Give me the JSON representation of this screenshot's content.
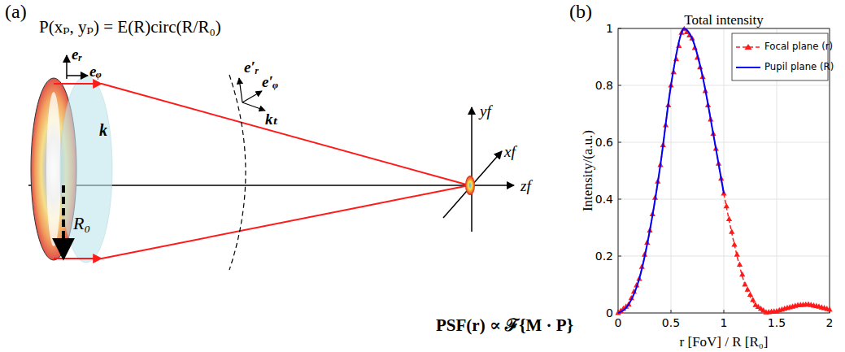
{
  "diagram": {
    "title": "Total intensity",
    "labels": [
      "(a)",
      "P(xₚ, yₚ) = E(R)circ(R/R₀)",
      "eᵣ",
      "eᵩ",
      "k",
      "e′ᵣ",
      "e′ᵩ",
      "kₜ",
      "R₀",
      "yf",
      "xf",
      "zf",
      "PSF(r) ∝ ℱ{M · P}",
      "(b)",
      "Intensity/(a.u.)",
      "r [FoV] / R [R₀]",
      "0",
      "0.2",
      "0.4",
      "0.6",
      "0.8",
      "1",
      "0",
      "0.5",
      "1",
      "1.5",
      "2"
    ],
    "legend": [
      {
        "text": "Focal plane (r)"
      },
      {
        "text": "Pupil plane (R)"
      }
    ]
  }
}
